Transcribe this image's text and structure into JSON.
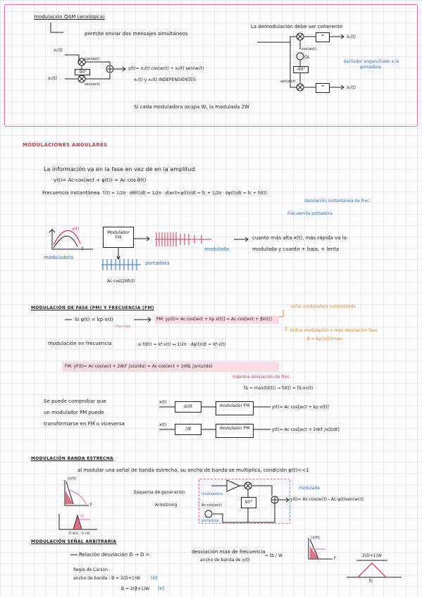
{
  "qam": {
    "title": "modulación QAM (analógica)",
    "subtitle": "permite enviar dos mensajes simultáneos",
    "coh_note": "La demodulación debe ser coherente",
    "x1_in": "x₁(t)",
    "x2_in": "x₂(t)",
    "cos": "cos(wct)",
    "sen": "sen(wct)",
    "ninety": "-90°",
    "output": "y(t)= x₁(t) cos(wct) + x₂(t) sen(wct)",
    "indep": "x₁(t) y x₂(t) INDEPENDIENTES",
    "bw_note": "Si cada moduladora ocupa W, la modulada 2W",
    "x1_out": "x₁(t)",
    "x2_out": "x₂(t)",
    "ol": "OL",
    "osc_note": "oscilador enganchado a la portadora.",
    "cos_d": "cos(wct)",
    "sen_d": "sen(wct)",
    "ninety_d": "-90°"
  },
  "angular": {
    "title": "MODULACIONES ANGULARES",
    "intro": "La información va en la fase en vez de en la amplitud",
    "eq1": "y(t)= Ac·cos(wct + φ(t)) = Ac cos θ(t)",
    "freq_label": "Frecuencia instantánea",
    "freq_eq": "fᵢ(t) = 1/2π · dθ(t)/dt = 1/2π · d(wct+φ(t))/dt = fc + 1/2π · dφ(t)/dt = fc + fd(t)",
    "dev_label": "desviación instantánea de frec.",
    "carrier_freq": "Frecuencia portadora",
    "xt": "x(t)",
    "t": "t",
    "fm_box": "Modulador FM",
    "moduladora": "moduladora",
    "modulada": "modulada",
    "portadora": "portadora",
    "carrier_eq": "Ac·cos(2πfct)",
    "note1": "cuanto más alta x(t), más rápida va la",
    "note2": "modulada y cuanto + baja, + lenta"
  },
  "pmfm": {
    "title": "MODULACIÓN DE FASE (PM) Y FRECUENCIA (FM)",
    "si": "Si φ(t) = kp·x(t)",
    "mensaje": "mensaje",
    "pm_eq": "PM: yp(t)= Ac·cos[wct + kp x(t)] = Ac·cos[wct + βx(t)]",
    "norm": "señal moduladora normalizada",
    "index": "índice modulación o máx desviación fase",
    "beta": "β = kp·|x(t)|max",
    "fm_intro": "modulación en frecuencia",
    "fm_si": "si fd(t) = kf·x(t) ↔ 1/2π · dφ(t)/dt = kf·x(t)",
    "fm_eq": "FM: yF(t)= Ac·cos(wct + 2πkf ∫x(α)dα) = Ac·cos(wct + 2πfΔ ∫xn(α)dα)",
    "max_dev": "máxima desviación de frec.",
    "fdelta": "fΔ = max|fd(t)| → fd(t) = fΔ·xn(t)",
    "check1": "Se puede comprobar que",
    "check2": "un modulador PM puede",
    "check3": "transformarse en FM o viceversa",
    "ddt": "d/dt",
    "int": "∫dt",
    "mod_pm": "modulador PM",
    "mod_fm": "modulador FM",
    "out1": "y(t)= Ac cos[wct + kp·x(t)]",
    "out2": "y(t)= Ac cos[wct + 2πkf ∫x(t)dt]",
    "xt1": "x(t)",
    "xt2": "x(t)"
  },
  "nb": {
    "title": "MODULACIÓN BANDA ESTRECHA",
    "desc": "al modular una señal de banda estrecha, su ancho de banda se multiplica, condición φ(t)<<1",
    "xf": "|x(f)|",
    "f": "f",
    "w": "W",
    "fc_w": "fc-W",
    "fc": "fc",
    "fc_w2": "fc+W",
    "scheme1": "Esquema de generación",
    "scheme2": "Armstrong",
    "mod": "moduladora",
    "carrier": "Ac·cos(wct)",
    "port": "portadora",
    "ninety": "90°",
    "out_label": "modulada",
    "out_eq": "y(t)= Ac·cos(wct) - Ac·φ(t)sen(wct)"
  },
  "arb": {
    "title": "MODULACIÓN SEÑAL ARBITRARIA",
    "ratio": "Relación desviación D → D =",
    "num": "desviación max de frecuencia",
    "den": "ancho de banda de x(t)",
    "frac": "= fΔ / W",
    "carson": "Regla de Carson :",
    "bw1": "ancho de banda : B = 2(D+1)W",
    "bw1_tag": "[H]",
    "bw2": "B = 2(β+1)W",
    "bw2_tag": "[H]",
    "xf": "|x(f)|",
    "w": "W",
    "f": "f",
    "bw_label": "2(D+1)W",
    "fc": "fc"
  },
  "colors": {
    "red": "#d23a4e",
    "blue": "#2f6fc0",
    "orange": "#e0892c",
    "pink": "#e86aa6"
  }
}
